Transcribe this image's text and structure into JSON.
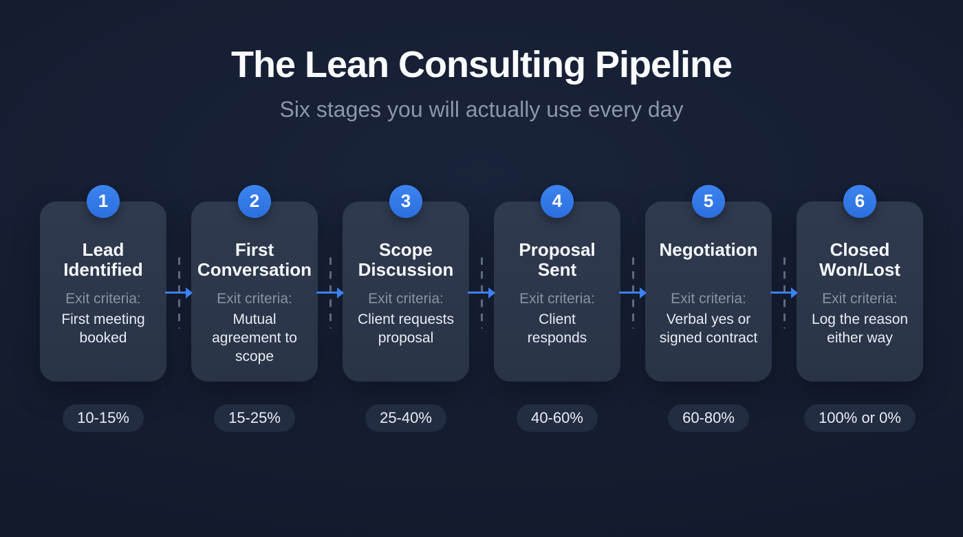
{
  "header": {
    "title": "The Lean Consulting Pipeline",
    "subtitle": "Six stages you will actually use every day"
  },
  "exit_criteria_label": "Exit criteria:",
  "stages": [
    {
      "number": "1",
      "title": "Lead\nIdentified",
      "criteria": "First meeting\nbooked",
      "win_rate": "10-15%"
    },
    {
      "number": "2",
      "title": "First\nConversation",
      "criteria": "Mutual\nagreement to\nscope",
      "win_rate": "15-25%"
    },
    {
      "number": "3",
      "title": "Scope\nDiscussion",
      "criteria": "Client requests\nproposal",
      "win_rate": "25-40%"
    },
    {
      "number": "4",
      "title": "Proposal\nSent",
      "criteria": "Client\nresponds",
      "win_rate": "40-60%"
    },
    {
      "number": "5",
      "title": "Negotiation",
      "criteria": "Verbal yes or\nsigned contract",
      "win_rate": "60-80%"
    },
    {
      "number": "6",
      "title": "Closed\nWon/Lost",
      "criteria": "Log the reason\neither way",
      "win_rate": "100% or 0%"
    }
  ],
  "colors": {
    "background": "#141c2f",
    "card": "#2c3649",
    "badge_blue": "#3179e8",
    "arrow_blue": "#3b82f6",
    "dash_gray": "#5f6a7c",
    "muted_text": "#8c96a8",
    "body_text": "#e8ecf2",
    "pill_background": "#222d42",
    "title_text": "#fafbfd"
  }
}
